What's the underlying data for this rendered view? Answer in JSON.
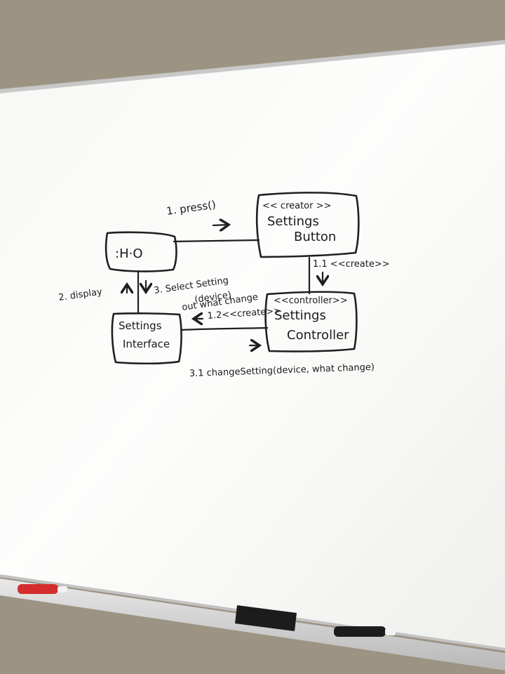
{
  "diagram": {
    "nodes": {
      "hmi": {
        "label": ":H·O"
      },
      "settings_button": {
        "stereotype": "<< creator >>",
        "line1": "Settings",
        "line2": "Button"
      },
      "settings_controller": {
        "stereotype": "<<controller>>",
        "line1": "Settings",
        "line2": "Controller"
      },
      "settings_interface": {
        "line1": "Settings",
        "line2": "Interface"
      }
    },
    "messages": {
      "press": "1. press()",
      "create": "1.1 <<create>>",
      "create_interface": "1.2<<create>>",
      "display": "2. display",
      "select_setting_line1": "3. Select Setting",
      "select_setting_line2": "(device)",
      "select_setting_line3": "out what change",
      "change_setting": "3.1 changeSetting(device, what change)"
    }
  },
  "colors": {
    "ink": "#1f1f1f",
    "board": "#fbfbfa",
    "wall": "#9c9383",
    "red_marker": "#d42d2d"
  }
}
